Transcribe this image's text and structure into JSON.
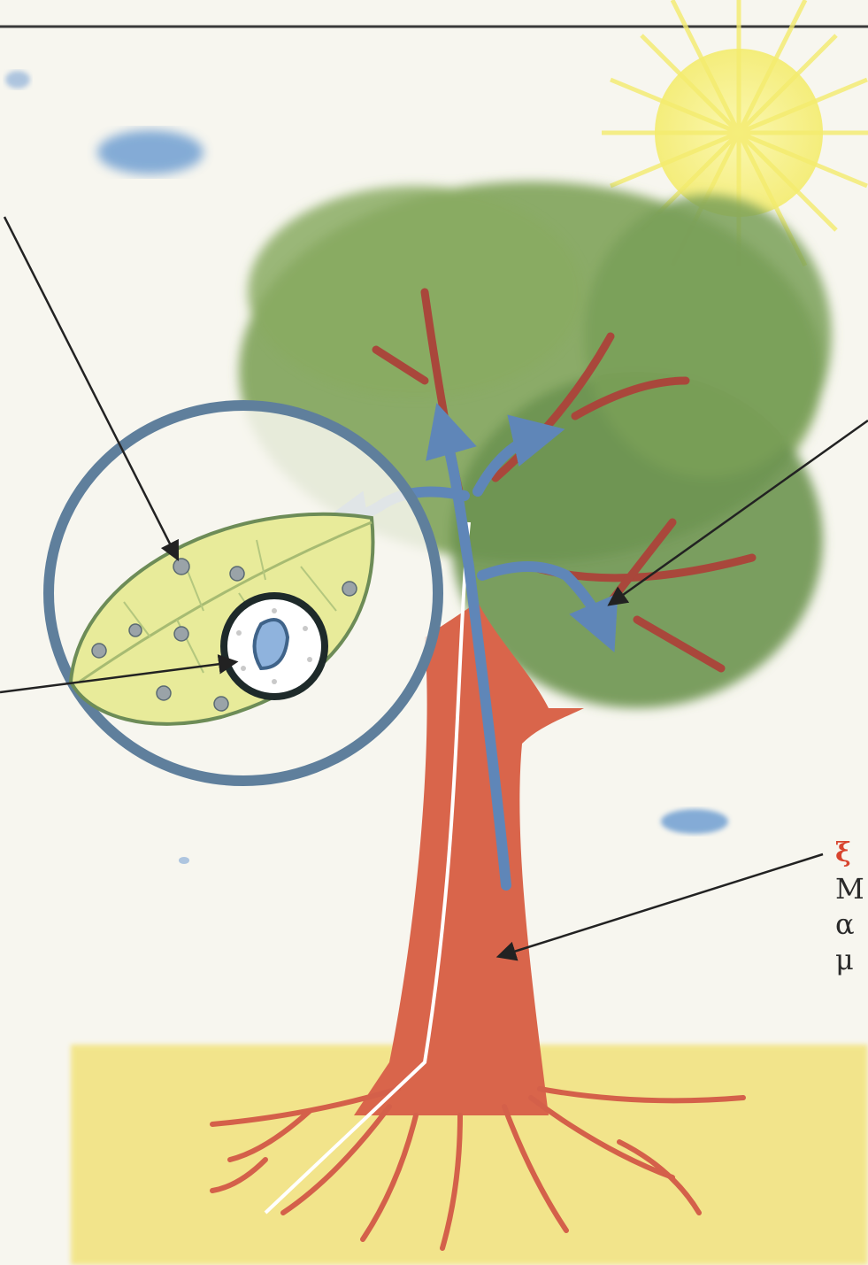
{
  "labels": {
    "trunk_title_fragment": "ξ",
    "trunk_text_lines": [
      "Μ",
      "α",
      "μ"
    ]
  },
  "colors": {
    "background": "#f7f6ef",
    "foliage": "#7fa35a",
    "trunk": "#d9654b",
    "ground": "#f2e27a",
    "sun": "#f6ee7a",
    "water_arrow": "#5f86b8",
    "leaf": "#e8eb9a",
    "lens_ring": "#5f7f9c"
  }
}
